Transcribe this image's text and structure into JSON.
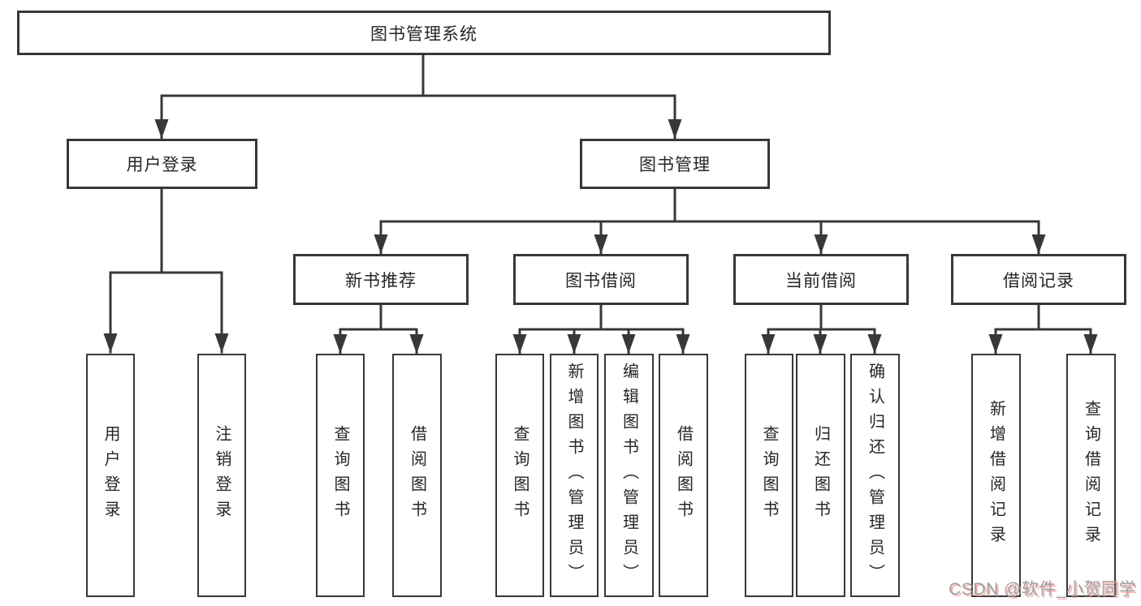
{
  "nodes": {
    "root": "图书管理系统",
    "user_login": "用户登录",
    "book_mgmt": "图书管理",
    "new_book_rec": "新书推荐",
    "book_borrow": "图书借阅",
    "current_borrow": "当前借阅",
    "borrow_records": "借阅记录",
    "leaf_user_login": "用户登录",
    "leaf_logout": "注销登录",
    "leaf_nbr_query": "查询图书",
    "leaf_nbr_borrow": "借阅图书",
    "leaf_bb_query": "查询图书",
    "leaf_bb_add": "新增图书（管理员）",
    "leaf_bb_edit": "编辑图书（管理员）",
    "leaf_bb_borrow": "借阅图书",
    "leaf_cb_query": "查询图书",
    "leaf_cb_return": "归还图书",
    "leaf_cb_confirm": "确认归还（管理员）",
    "leaf_br_add": "新增借阅记录",
    "leaf_br_query": "查询借阅记录"
  },
  "hierarchy": {
    "图书管理系统": {
      "用户登录": [
        "用户登录",
        "注销登录"
      ],
      "图书管理": {
        "新书推荐": [
          "查询图书",
          "借阅图书"
        ],
        "图书借阅": [
          "查询图书",
          "新增图书（管理员）",
          "编辑图书（管理员）",
          "借阅图书"
        ],
        "当前借阅": [
          "查询图书",
          "归还图书",
          "确认归还（管理员）"
        ],
        "借阅记录": [
          "新增借阅记录",
          "查询借阅记录"
        ]
      }
    }
  },
  "watermark": "CSDN @软件_小贺同学",
  "colors": {
    "line": "#383838",
    "box_border": "#383838",
    "text": "#262626",
    "background": "#ffffff",
    "watermark_gray": "#a0a0a0",
    "watermark_shadow": "#f08c8c"
  }
}
